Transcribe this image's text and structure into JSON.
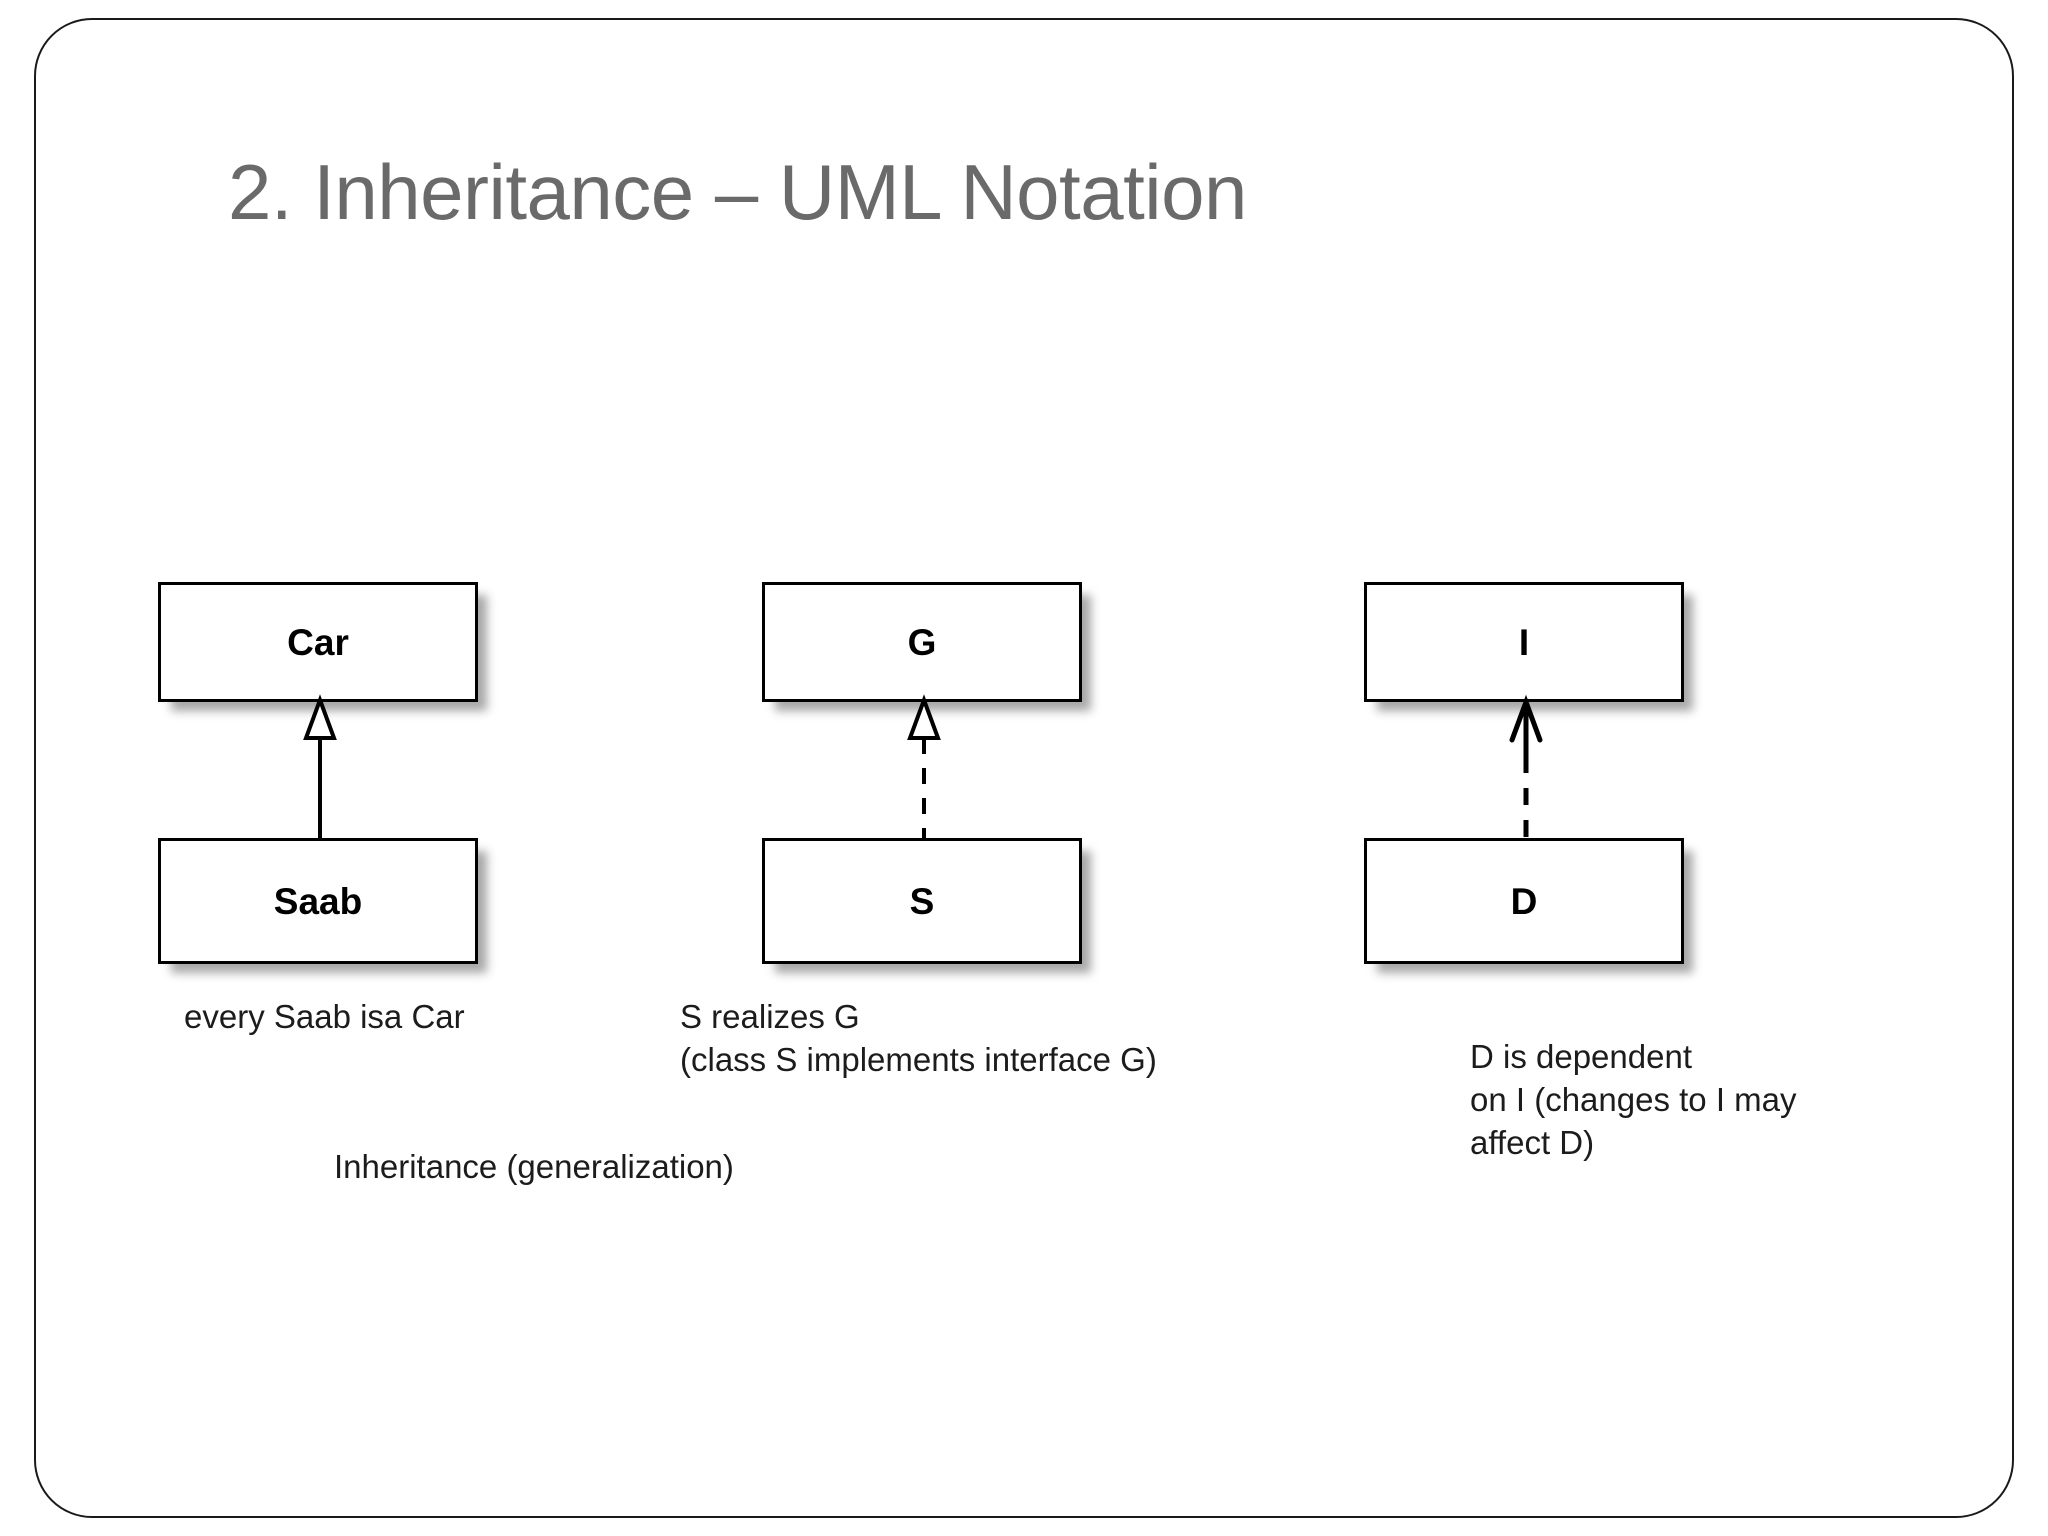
{
  "slide": {
    "title": "2. Inheritance – UML Notation",
    "frame_border_color": "#1a1a1a",
    "title_color": "#6a6a6a",
    "background_color": "#ffffff"
  },
  "diagram": {
    "type": "uml-class-diagram",
    "line_color": "#000000",
    "box_fill": "#ffffff",
    "columns": [
      {
        "id": "inheritance",
        "relationship": "generalization",
        "arrow_style": "solid-line-hollow-triangle",
        "super": {
          "label": "Car"
        },
        "sub": {
          "label": "Saab"
        },
        "caption": "every Saab isa Car"
      },
      {
        "id": "realization",
        "relationship": "realization",
        "arrow_style": "dashed-line-hollow-triangle",
        "super": {
          "label": "G"
        },
        "sub": {
          "label": "S"
        },
        "caption": "S realizes G\n(class S implements interface G)"
      },
      {
        "id": "dependency",
        "relationship": "dependency",
        "arrow_style": "dashed-line-open-arrow",
        "super": {
          "label": "I"
        },
        "sub": {
          "label": "D"
        },
        "caption": "D is dependent\non I (changes to I may\naffect D)"
      }
    ],
    "footer_caption": "Inheritance (generalization)"
  }
}
